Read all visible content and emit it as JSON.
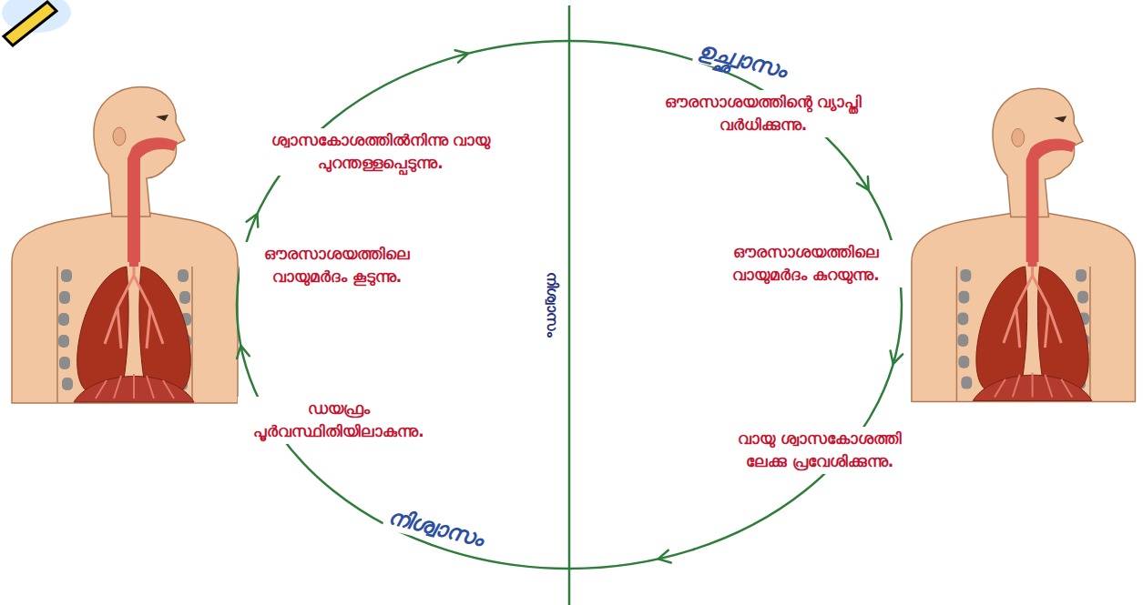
{
  "diagram": {
    "labels": [
      "ഉച്ഛ്വാസം",
      "ശ്വാസകോശത്തിൽനിന്നു വായു പുറന്തള്ളപ്പെടുന്നു.",
      "ഔരസാശയത്തിന്റെ വ്യാപ്തി വർധിക്കുന്നു.",
      "നിശ്വാസം",
      "ഔരസാശയത്തിലെ വായുമർദം കൂടുന്നു.",
      "ഔരസാശയത്തിലെ വായുമർദം കുറയുന്നു.",
      "ഡയഫ്രം പൂർവസ്ഥിതിയിലാകുന്നു.",
      "വായു ശ്വാസകോശത്തി ലേക്കു പ്രവേശിക്കുന്നു.",
      "നിശ്വാസം"
    ]
  }
}
